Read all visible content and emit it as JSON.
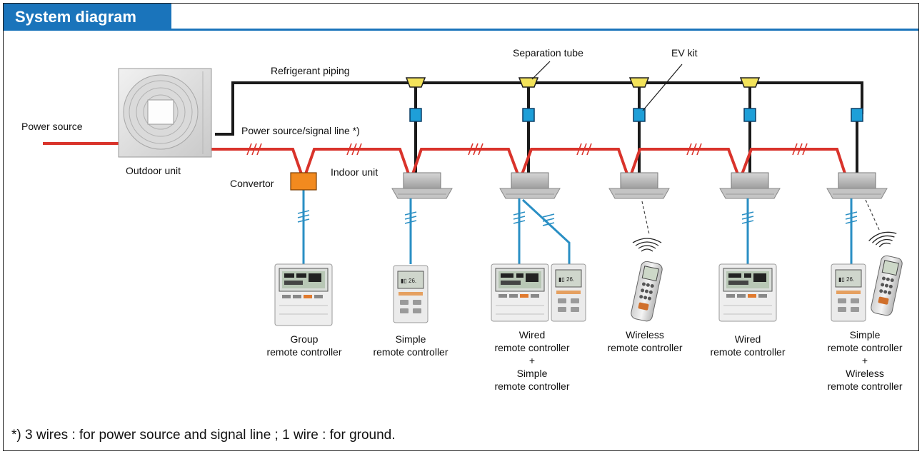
{
  "title": "System diagram",
  "colors": {
    "accent": "#1a74bb",
    "power_line": "#d9332b",
    "piping": "#1a1a1a",
    "signal_wire": "#2a8fc4",
    "ev_kit": "#1e9fd8",
    "separation_tube": "#f3e35a",
    "convertor": "#f28a1f"
  },
  "labels": {
    "power_source": "Power source",
    "outdoor_unit": "Outdoor unit",
    "refrigerant_piping": "Refrigerant piping",
    "power_signal_line": "Power source/signal line *)",
    "separation_tube": "Separation tube",
    "ev_kit": "EV kit",
    "convertor": "Convertor",
    "indoor_unit": "Indoor unit"
  },
  "controllers": [
    {
      "line1": "Group",
      "line2": "remote controller",
      "line3": "",
      "line4": "",
      "line5": ""
    },
    {
      "line1": "Simple",
      "line2": "remote controller",
      "line3": "",
      "line4": "",
      "line5": ""
    },
    {
      "line1": "Wired",
      "line2": "remote controller",
      "line3": "+",
      "line4": "Simple",
      "line5": "remote controller"
    },
    {
      "line1": "Wireless",
      "line2": "remote controller",
      "line3": "",
      "line4": "",
      "line5": ""
    },
    {
      "line1": "Wired",
      "line2": "remote controller",
      "line3": "",
      "line4": "",
      "line5": ""
    },
    {
      "line1": "Simple",
      "line2": "remote controller",
      "line3": "+",
      "line4": "Wireless",
      "line5": "remote controller"
    }
  ],
  "footnote": "*) 3 wires : for power source and signal line ; 1 wire : for ground."
}
